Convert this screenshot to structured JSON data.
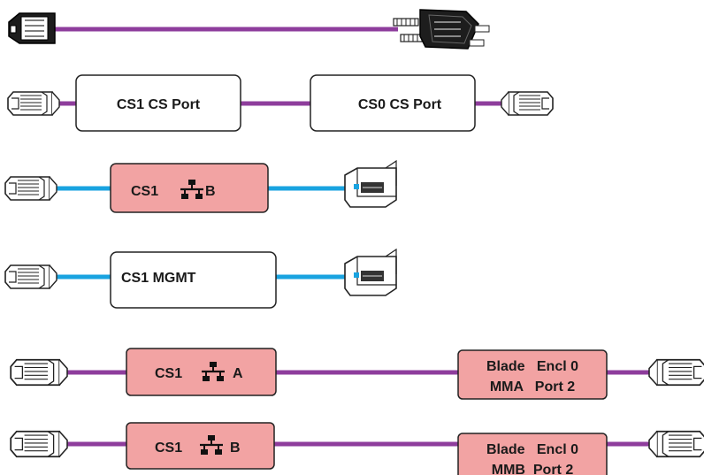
{
  "colors": {
    "cable_purple": "#8e3d9c",
    "cable_blue": "#19a3e0",
    "box_pink": "#f2a3a3",
    "box_white": "#ffffff",
    "outline": "#222222"
  },
  "rows": [
    {
      "cable": "purple",
      "left_connector": "rj45-plug-icon",
      "right_connector": "db9-serial-plug-icon",
      "boxes": []
    },
    {
      "cable": "purple",
      "left_connector": "rj45-plug-icon",
      "right_connector": "rj45-plug-icon",
      "boxes": [
        {
          "label": "CS1 CS Port",
          "fill": "white"
        },
        {
          "label": "CS0 CS Port",
          "fill": "white"
        }
      ]
    },
    {
      "cable": "blue",
      "left_connector": "rj45-plug-icon",
      "right_connector": "rj45-coupler-icon",
      "boxes": [
        {
          "label": "CS1",
          "icon": "network-icon",
          "suffix": "B",
          "fill": "pink"
        }
      ]
    },
    {
      "cable": "blue",
      "left_connector": "rj45-plug-icon",
      "right_connector": "rj45-coupler-icon",
      "boxes": [
        {
          "label": "CS1 MGMT",
          "fill": "white"
        }
      ]
    },
    {
      "cable": "purple",
      "left_connector": "rj45-plug-icon",
      "right_connector": "rj45-plug-icon",
      "boxes": [
        {
          "label": "CS1",
          "icon": "network-icon",
          "suffix": "A",
          "fill": "pink"
        },
        {
          "line1": "Blade   Encl 0",
          "line2": "MMA   Port 2",
          "fill": "pink"
        }
      ]
    },
    {
      "cable": "purple",
      "left_connector": "rj45-plug-icon",
      "right_connector": "rj45-plug-icon",
      "boxes": [
        {
          "label": "CS1",
          "icon": "network-icon",
          "suffix": "B",
          "fill": "pink"
        },
        {
          "line1": "Blade   Encl 0",
          "line2": "MMB  Port 2",
          "fill": "pink"
        }
      ]
    }
  ]
}
